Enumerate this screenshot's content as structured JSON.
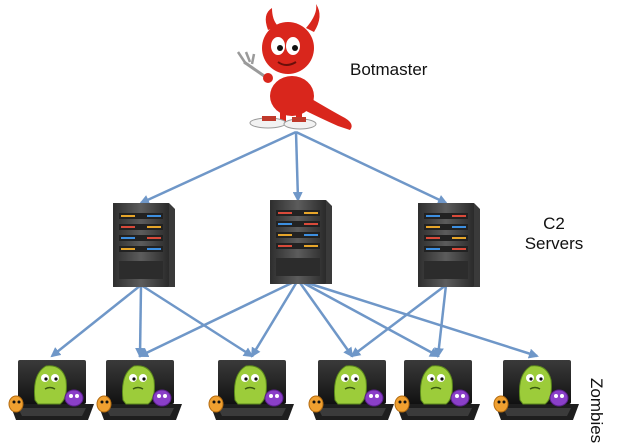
{
  "labels": {
    "botmaster": "Botmaster",
    "c2_line1": "C2",
    "c2_line2": "Servers",
    "zombies": "Zombies"
  },
  "icons": {
    "botmaster": "devil-mascot-icon",
    "server": "server-tower-icon",
    "zombie": "infected-laptop-icon"
  },
  "colors": {
    "arrow": "#6f97c8",
    "devil": "#d9261c",
    "server": "#4a4a4a",
    "laptop": "#1e1e1e",
    "monster": "#9ccc3a"
  },
  "counts": {
    "servers": 3,
    "zombies": 6
  }
}
